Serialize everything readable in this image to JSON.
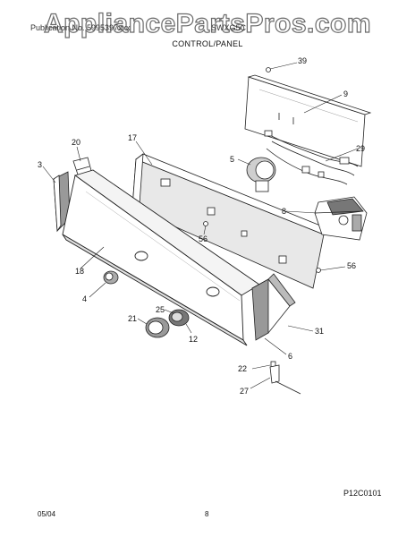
{
  "watermark": "AppliancePartsPros.com",
  "header": {
    "left": "Publication No. 5995397xxx",
    "right": "SWXG5C",
    "title": "CONTROL/PANEL"
  },
  "callouts": {
    "c39": "39",
    "c9": "9",
    "c29": "29",
    "c17": "17",
    "c20": "20",
    "c5": "5",
    "c3": "3",
    "c8": "8",
    "c56a": "56",
    "c56b": "56",
    "c18": "18",
    "c4": "4",
    "c25": "25",
    "c21": "21",
    "c12": "12",
    "c31": "31",
    "c6": "6",
    "c22": "22",
    "c27": "27"
  },
  "figure_ref": "P12C0101",
  "footer": {
    "date": "05/04",
    "page": "8"
  }
}
